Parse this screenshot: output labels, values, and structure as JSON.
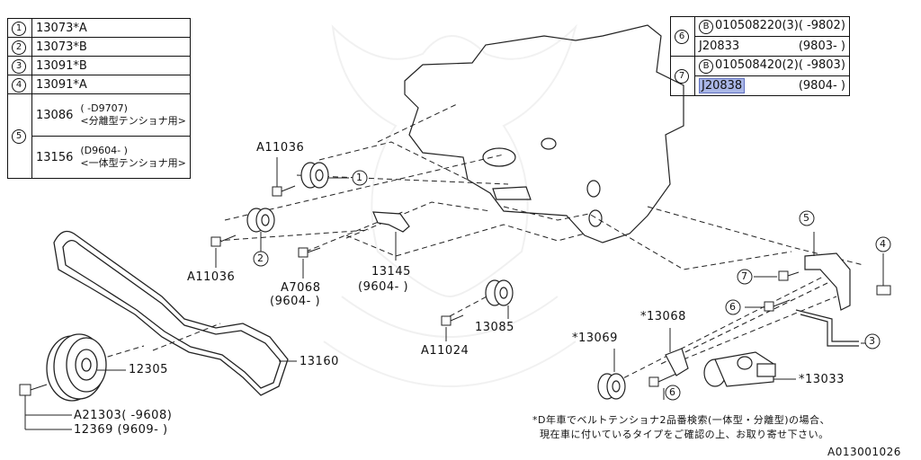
{
  "parts_table_left": {
    "rows": [
      {
        "num": "1",
        "part": "13073*A"
      },
      {
        "num": "2",
        "part": "13073*B"
      },
      {
        "num": "3",
        "part": "13091*B"
      },
      {
        "num": "4",
        "part": "13091*A"
      }
    ],
    "row5": {
      "num": "5",
      "a_part": "13086",
      "a_range": "( -D9707)",
      "a_note": "<分離型テンショナ用>",
      "b_part": "13156",
      "b_range": "(D9604- )",
      "b_note": "<一体型テンショナ用>"
    }
  },
  "parts_table_right": {
    "row6": {
      "num": "6",
      "b_mark": "B",
      "line1": "010508220(3)( -9802)",
      "line2_part": "J20833",
      "line2_range": "(9803- )"
    },
    "row7": {
      "num": "7",
      "b_mark": "B",
      "line1": "010508420(2)( -9803)",
      "line2_part": "J20838",
      "line2_range": "(9804- )"
    }
  },
  "labels": {
    "a11036_top": "A11036",
    "a11036_bottom": "A11036",
    "a7068": "A7068",
    "a7068_range": "(9604- )",
    "p13145": "13145",
    "p13145_range": "(9604- )",
    "p13085": "13085",
    "a11024": "A11024",
    "p13160": "13160",
    "p12305": "12305",
    "a21303": "A21303( -9608)",
    "p12369": "12369 (9609- )",
    "p13068": "*13068",
    "p13069": "*13069",
    "p13033": "*13033",
    "callout_1": "1",
    "callout_2": "2",
    "callout_3": "3",
    "callout_4": "4",
    "callout_5": "5",
    "callout_6a": "6",
    "callout_6b": "6",
    "callout_7": "7"
  },
  "footnote": {
    "line1": "*D年車でベルトテンショナ2品番検索(一体型・分離型)の場合、",
    "line2": "現在車に付いているタイプをご確認の上、お取り寄せ下さい。"
  },
  "diagram_code": "A013001026"
}
